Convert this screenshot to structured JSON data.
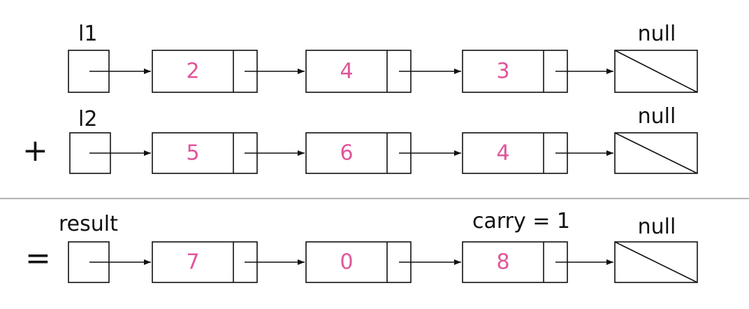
{
  "colors": {
    "value_text": "#e0559a",
    "stroke": "#111111",
    "separator": "#9a9a9a"
  },
  "operators": {
    "plus": "+",
    "equals": "="
  },
  "lists": [
    {
      "label": "l1",
      "values": [
        "2",
        "4",
        "3"
      ],
      "terminator": "null"
    },
    {
      "label": "l2",
      "values": [
        "5",
        "6",
        "4"
      ],
      "terminator": "null"
    },
    {
      "label": "result",
      "values": [
        "7",
        "0",
        "8"
      ],
      "terminator": "null",
      "annotation": "carry = 1"
    }
  ]
}
